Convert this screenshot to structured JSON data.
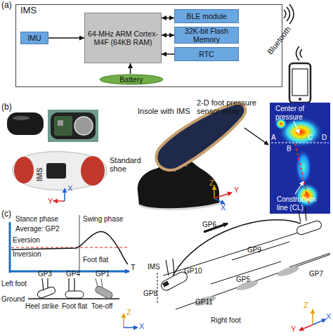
{
  "diagram": {
    "nodes": [
      {
        "text": [
          "IMS"
        ]
      },
      {
        "text": [
          "IMU"
        ],
        "in": 0
      },
      {
        "text": [
          "64-MHz ARM Cortex-M4F (64KB RAM)"
        ],
        "in": 0
      },
      {
        "text": [
          "BLE module"
        ],
        "in": 0
      },
      {
        "text": [
          "32K-bit Flash Memory"
        ],
        "in": 0
      },
      {
        "text": [
          "RTC"
        ],
        "in": 0
      },
      {
        "text": [
          "Battery"
        ],
        "in": 0
      }
    ],
    "edges": [
      {
        "from": 1,
        "to": 2,
        "arrow": "to"
      },
      {
        "from": 2,
        "to": 3,
        "arrow": "both"
      },
      {
        "from": 2,
        "to": 4,
        "arrow": "both"
      },
      {
        "from": 5,
        "to": 2,
        "arrow": "to"
      },
      {
        "from": 6,
        "to": 2,
        "arrow": "to"
      }
    ],
    "labels": [
      "(a)",
      "Bluetooth",
      "(b)",
      "Insole with IMS",
      "2-D foot pressure sensor array",
      "Center of pressure",
      "A",
      "B",
      "C",
      "D",
      "IMS",
      "Y",
      "X",
      "Standard shoe",
      "Z",
      "X",
      "Y",
      "Construction line (CL)",
      "(c)",
      "Stance phase",
      "Average: GP2",
      "Eversion",
      "Inversion",
      "Swing phase",
      "Foot flat",
      "T",
      "Left foot",
      "GP3",
      "GP4",
      "GP1",
      "Heel strike",
      "Foot flat",
      "Toe-off",
      "Ground",
      "Z",
      "X",
      "GP6",
      "IMS",
      "GP8",
      "GP10",
      "GP9",
      "GP7",
      "GP5",
      "GP11",
      "Right foot",
      "Z",
      "Y",
      "X"
    ]
  }
}
